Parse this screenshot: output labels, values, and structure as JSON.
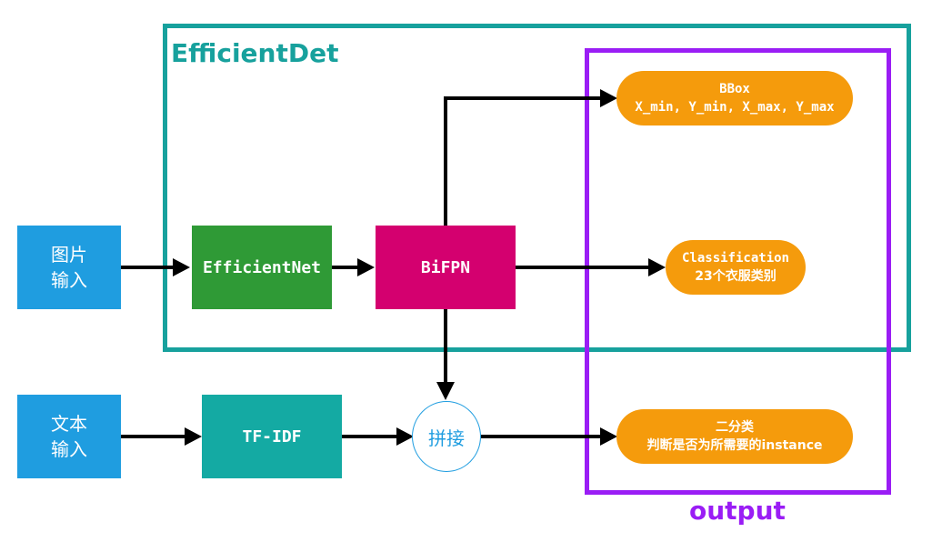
{
  "titles": {
    "efficientdet": "EfficientDet",
    "output": "output"
  },
  "inputs": {
    "image": {
      "line1": "图片",
      "line2": "输入"
    },
    "text": {
      "line1": "文本",
      "line2": "输入"
    }
  },
  "nodes": {
    "efficientnet": "EfficientNet",
    "bifpn": "BiFPN",
    "tfidf": "TF-IDF",
    "concat": "拼接"
  },
  "outputs": {
    "bbox": {
      "line1": "BBox",
      "line2": "X_min, Y_min, X_max, Y_max"
    },
    "classification": {
      "line1": "Classification",
      "line2": "23个衣服类别"
    },
    "binary": {
      "line1": "二分类",
      "line2": "判断是否为所需要的instance"
    }
  },
  "colors": {
    "efficientdet_frame": "#17a19d",
    "output_frame": "#9a1df5",
    "input": "#1f9de0",
    "efficientnet": "#2f9a36",
    "bifpn": "#d4006f",
    "tfidf": "#14aaa3",
    "output_pill": "#f59b0c",
    "arrow": "#000000"
  }
}
